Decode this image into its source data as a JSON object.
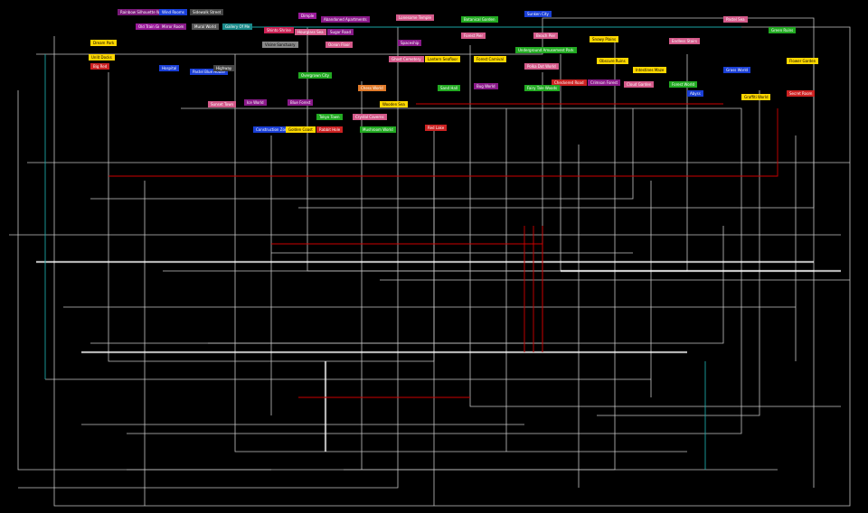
{
  "colors": {
    "background": "#000000",
    "edge_default": "#e6e6e6",
    "edge_red": "#cc0000",
    "edge_teal": "#1aa3a3"
  },
  "nodes": [
    {
      "label": "Rainbow Silhouette World",
      "color": "#7a1a7a"
    },
    {
      "label": "Wind Rooms",
      "color": "#1a3fd6"
    },
    {
      "label": "Sidewalk Street",
      "color": "#444444"
    },
    {
      "label": "Dimple",
      "color": "#9a1a9a"
    },
    {
      "label": "Abandoned Apartments",
      "color": "#8a1a8a"
    },
    {
      "label": "Lonesome Temple",
      "color": "#d45a8a"
    },
    {
      "label": "Botanical Garden",
      "color": "#22aa22"
    },
    {
      "label": "Sunken City",
      "color": "#1a3fd6"
    },
    {
      "label": "Old Train Graveyard",
      "color": "#9a1a9a"
    },
    {
      "label": "Mirror Room",
      "color": "#8a1a8a"
    },
    {
      "label": "Mural World",
      "color": "#555555"
    },
    {
      "label": "Gallery Of Me",
      "color": "#1a8a8a"
    },
    {
      "label": "Shinto Shrine",
      "color": "#cc2255"
    },
    {
      "label": "Hourglass Sea",
      "color": "#d45a8a"
    },
    {
      "label": "Sugar Road",
      "color": "#8a1a8a"
    },
    {
      "label": "Dream Park",
      "color": "#ffd700"
    },
    {
      "label": "Unlit Docks",
      "color": "#ffd700"
    },
    {
      "label": "Visine Sanctuary",
      "color": "#888888"
    },
    {
      "label": "Ocean Floor",
      "color": "#d45a8a"
    },
    {
      "label": "Spaceship",
      "color": "#8a1a8a"
    },
    {
      "label": "Forest Pier",
      "color": "#d45a8a"
    },
    {
      "label": "Beach Pier",
      "color": "#d45a8a"
    },
    {
      "label": "Snowy Plains",
      "color": "#ffd700"
    },
    {
      "label": "Endless Stairs",
      "color": "#d45a8a"
    },
    {
      "label": "Underground Amusement Park",
      "color": "#22aa22"
    },
    {
      "label": "Ghost Cemetery",
      "color": "#d45a8a"
    },
    {
      "label": "Lantern Seafloor",
      "color": "#ffd700"
    },
    {
      "label": "Forest Carnival",
      "color": "#ffd700"
    },
    {
      "label": "Obscure Ruins",
      "color": "#ffd700"
    },
    {
      "label": "Intestines Maze",
      "color": "#ffd700"
    },
    {
      "label": "Grass World",
      "color": "#1a3fd6"
    },
    {
      "label": "Flower Garden",
      "color": "#ffd700"
    },
    {
      "label": "Forest World",
      "color": "#22aa22"
    },
    {
      "label": "Abyss",
      "color": "#1a3fd6"
    },
    {
      "label": "Graffiti World",
      "color": "#ffd700"
    },
    {
      "label": "Secret Room",
      "color": "#cc2222"
    },
    {
      "label": "Checkered Road",
      "color": "#cc2222"
    },
    {
      "label": "Crimson Forest",
      "color": "#8a1a8a"
    },
    {
      "label": "Cloud Garden",
      "color": "#d45a8a"
    },
    {
      "label": "Polka Dot World",
      "color": "#d45a8a"
    },
    {
      "label": "Big Red",
      "color": "#cc2222"
    },
    {
      "label": "Hospital",
      "color": "#1a3fd6"
    },
    {
      "label": "Pastel Blue House",
      "color": "#1a3fd6"
    },
    {
      "label": "Highway",
      "color": "#444444"
    },
    {
      "label": "Overgrown City",
      "color": "#22aa22"
    },
    {
      "label": "Chess World",
      "color": "#e07a2a"
    },
    {
      "label": "Sand Hall",
      "color": "#22aa22"
    },
    {
      "label": "Wooden Sea",
      "color": "#ffd700"
    },
    {
      "label": "Fairy Tale Woods",
      "color": "#22aa22"
    },
    {
      "label": "Bug World",
      "color": "#8a1a8a"
    },
    {
      "label": "Sunset Town",
      "color": "#d45a8a"
    },
    {
      "label": "Ice World",
      "color": "#8a1a8a"
    },
    {
      "label": "Blue Forest",
      "color": "#8a1a8a"
    },
    {
      "label": "Tokyo Town",
      "color": "#22aa22"
    },
    {
      "label": "Crystal Caverns",
      "color": "#d45a8a"
    },
    {
      "label": "Construction Zone",
      "color": "#1a3fd6"
    },
    {
      "label": "Golden Coast",
      "color": "#ffd700"
    },
    {
      "label": "Rabbit Hole",
      "color": "#cc2222"
    },
    {
      "label": "Mushroom World",
      "color": "#22aa22"
    },
    {
      "label": "Red Lake",
      "color": "#cc2222"
    },
    {
      "label": "Pastel Sea",
      "color": "#d45a8a"
    },
    {
      "label": "Green Ruins",
      "color": "#22aa22"
    }
  ]
}
